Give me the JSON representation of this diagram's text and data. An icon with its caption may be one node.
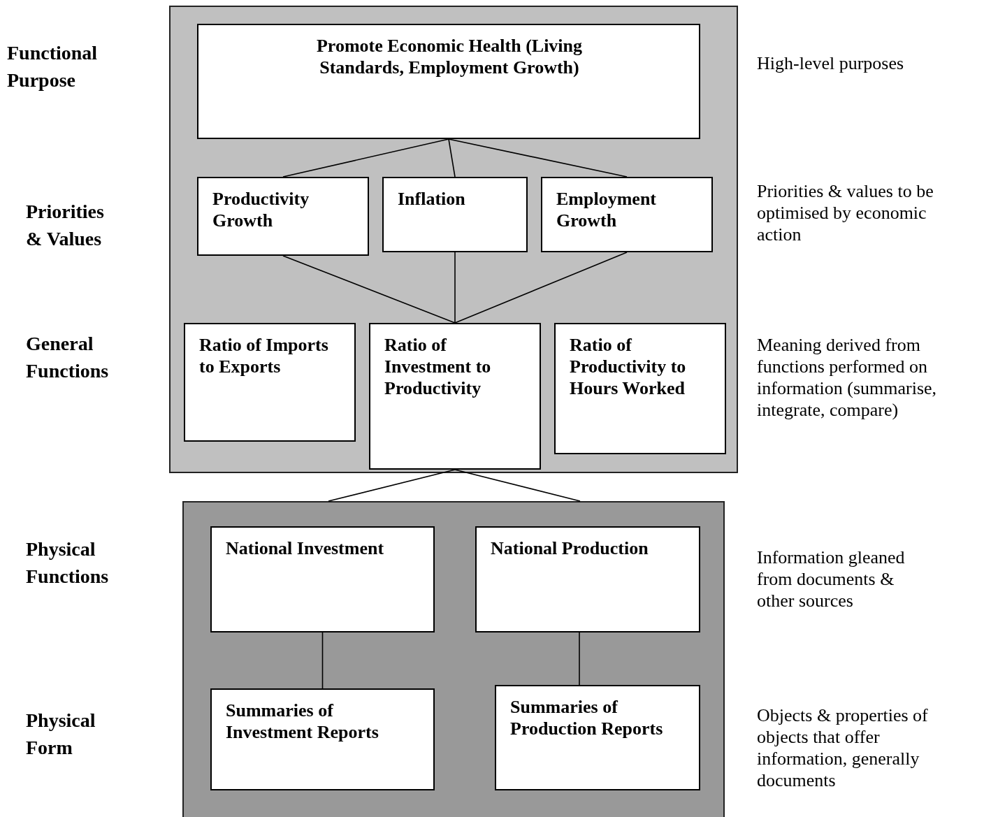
{
  "diagram": {
    "nodes": [
      {
        "text": [],
        "shape": "box"
      },
      {
        "text": [
          "Promote Economic Health (Living Standards, Employment Growth)"
        ],
        "in": 0
      },
      {
        "text": [
          "Productivity Growth"
        ],
        "in": 0
      },
      {
        "text": [
          "Inflation"
        ],
        "in": 0
      },
      {
        "text": [
          "Employment Growth"
        ],
        "in": 0
      },
      {
        "text": [
          "Ratio of Imports to Exports"
        ],
        "in": 0
      },
      {
        "text": [
          "Ratio of Investment to Productivity"
        ],
        "in": 0
      },
      {
        "text": [
          "Ratio of Productivity to Hours Worked"
        ],
        "in": 0
      },
      {
        "text": [],
        "shape": "box"
      },
      {
        "text": [
          "National Investment"
        ],
        "in": 8
      },
      {
        "text": [
          "National Production"
        ],
        "in": 8
      },
      {
        "text": [
          "Summaries of Investment Reports"
        ],
        "in": 8
      },
      {
        "text": [
          "Summaries of Production Reports"
        ],
        "in": 8
      }
    ],
    "edges": [
      {
        "from": 1,
        "to": 2,
        "arrow": "none"
      },
      {
        "from": 1,
        "to": 3,
        "arrow": "none"
      },
      {
        "from": 1,
        "to": 4,
        "arrow": "none"
      },
      {
        "from": 2,
        "to": 6,
        "arrow": "none"
      },
      {
        "from": 3,
        "to": 6,
        "arrow": "none"
      },
      {
        "from": 4,
        "to": 6,
        "arrow": "none"
      },
      {
        "from": 6,
        "to": 8,
        "arrow": "none"
      },
      {
        "from": 6,
        "to": 8,
        "arrow": "none"
      },
      {
        "from": 9,
        "to": 11,
        "arrow": "none"
      },
      {
        "from": 10,
        "to": 12,
        "arrow": "none"
      }
    ],
    "labels": [
      "Functional Purpose",
      "High-level purposes",
      "Priorities & Values",
      "Priorities & values to be optimised by economic action",
      "General Functions",
      "Meaning derived from functions performed on information (summarise, integrate, compare)",
      "Physical Functions",
      "Information gleaned from documents & other sources",
      "Physical Form",
      "Objects & properties of objects that offer information, generally documents"
    ]
  }
}
